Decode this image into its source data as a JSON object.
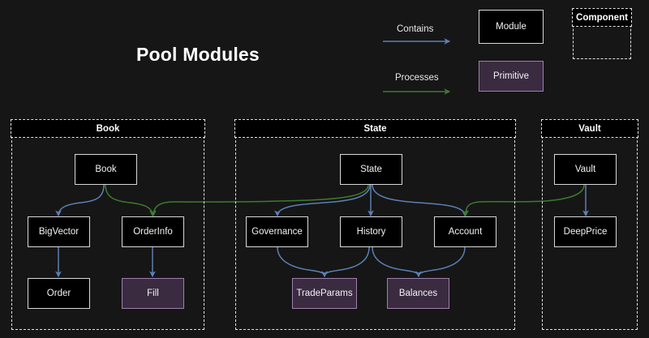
{
  "title": "Pool Modules",
  "background_color": "#161616",
  "colors": {
    "contains_edge": "#5b7fb4",
    "processes_edge": "#3d7a2f",
    "module_fill": "#000000",
    "module_border": "#d8d8d8",
    "primitive_fill": "#3a2b41",
    "primitive_border": "#9d7fae",
    "container_border": "#e2e2e2",
    "text": "#f2f2f2"
  },
  "legend": {
    "contains_label": "Contains",
    "processes_label": "Processes",
    "module_label": "Module",
    "primitive_label": "Primitive",
    "component_label": "Component"
  },
  "containers": [
    {
      "id": "book",
      "label": "Book"
    },
    {
      "id": "state",
      "label": "State"
    },
    {
      "id": "vault",
      "label": "Vault"
    }
  ],
  "nodes": {
    "book_mod": {
      "label": "Book",
      "type": "module"
    },
    "bigvector": {
      "label": "BigVector",
      "type": "module"
    },
    "orderinfo": {
      "label": "OrderInfo",
      "type": "module"
    },
    "order": {
      "label": "Order",
      "type": "module"
    },
    "fill": {
      "label": "Fill",
      "type": "primitive"
    },
    "state_mod": {
      "label": "State",
      "type": "module"
    },
    "governance": {
      "label": "Governance",
      "type": "module"
    },
    "history": {
      "label": "History",
      "type": "module"
    },
    "account": {
      "label": "Account",
      "type": "module"
    },
    "tradeparams": {
      "label": "TradeParams",
      "type": "primitive"
    },
    "balances": {
      "label": "Balances",
      "type": "primitive"
    },
    "vault_mod": {
      "label": "Vault",
      "type": "module"
    },
    "deepprice": {
      "label": "DeepPrice",
      "type": "module"
    }
  },
  "edges": [
    {
      "from": "book_mod",
      "to": "bigvector",
      "relation": "Contains"
    },
    {
      "from": "bigvector",
      "to": "order",
      "relation": "Contains"
    },
    {
      "from": "orderinfo",
      "to": "fill",
      "relation": "Contains"
    },
    {
      "from": "book_mod",
      "to": "orderinfo",
      "relation": "Processes"
    },
    {
      "from": "state_mod",
      "to": "governance",
      "relation": "Contains"
    },
    {
      "from": "state_mod",
      "to": "history",
      "relation": "Contains"
    },
    {
      "from": "state_mod",
      "to": "account",
      "relation": "Contains"
    },
    {
      "from": "state_mod",
      "to": "orderinfo",
      "relation": "Processes"
    },
    {
      "from": "governance",
      "to": "tradeparams",
      "relation": "Contains"
    },
    {
      "from": "history",
      "to": "tradeparams",
      "relation": "Contains"
    },
    {
      "from": "history",
      "to": "balances",
      "relation": "Contains"
    },
    {
      "from": "account",
      "to": "balances",
      "relation": "Contains"
    },
    {
      "from": "vault_mod",
      "to": "deepprice",
      "relation": "Contains"
    },
    {
      "from": "vault_mod",
      "to": "account",
      "relation": "Processes"
    }
  ]
}
